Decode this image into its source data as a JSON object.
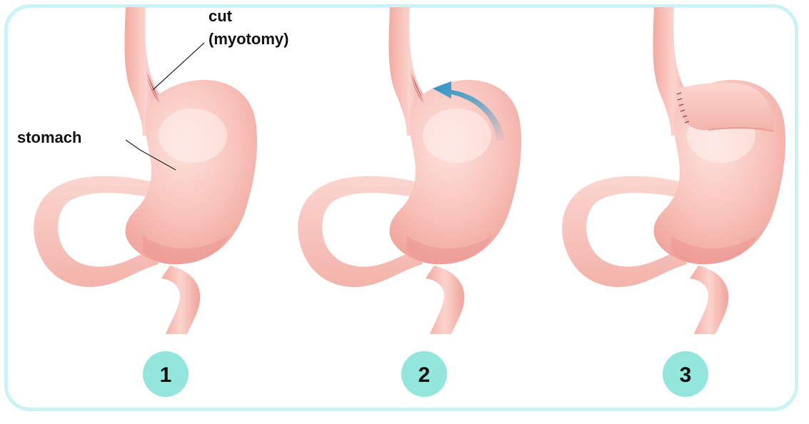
{
  "labels": {
    "cut_line1": "cut",
    "cut_line2": "(myotomy)",
    "stomach": "stomach"
  },
  "steps": [
    "1",
    "2",
    "3"
  ],
  "colors": {
    "frame": "#c9f3f5",
    "step_circle": "#92e6db",
    "organ_light": "#fbd9d4",
    "organ_mid": "#f6b7ae",
    "organ_dark": "#ec948b",
    "arrow": "#2b94c9"
  }
}
